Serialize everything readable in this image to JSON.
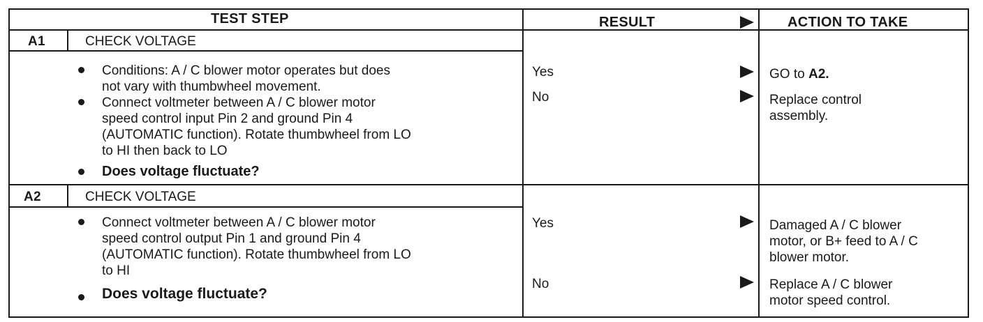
{
  "header": {
    "test_step": "TEST STEP",
    "result": "RESULT",
    "action": "ACTION TO TAKE"
  },
  "steps": [
    {
      "id": "A1",
      "title": "CHECK VOLTAGE",
      "bullets": [
        [
          "Conditions: A / C blower motor operates but does",
          "not vary with thumbwheel movement."
        ],
        [
          "Connect voltmeter between A / C blower motor",
          "speed control input Pin 2 and ground Pin 4",
          "(AUTOMATIC function). Rotate thumbwheel from LO",
          "to HI then back to LO"
        ]
      ],
      "question": "Does voltage fluctuate?",
      "results": [
        {
          "label": "Yes",
          "action_prefix": "GO to ",
          "action_bold": "A2.",
          "action": []
        },
        {
          "label": "No",
          "action": [
            "Replace control",
            "assembly."
          ]
        }
      ]
    },
    {
      "id": "A2",
      "title": "CHECK VOLTAGE",
      "bullets": [
        [
          "Connect voltmeter between A / C blower motor",
          "speed control output Pin 1 and ground Pin 4",
          "(AUTOMATIC function). Rotate thumbwheel from LO",
          "to HI"
        ]
      ],
      "question": "Does voltage fluctuate?",
      "results": [
        {
          "label": "Yes",
          "action": [
            "Damaged A / C blower",
            "motor, or B+ feed to A / C",
            "blower motor."
          ]
        },
        {
          "label": "No",
          "action": [
            "Replace A / C blower",
            "motor speed control."
          ]
        }
      ]
    }
  ]
}
